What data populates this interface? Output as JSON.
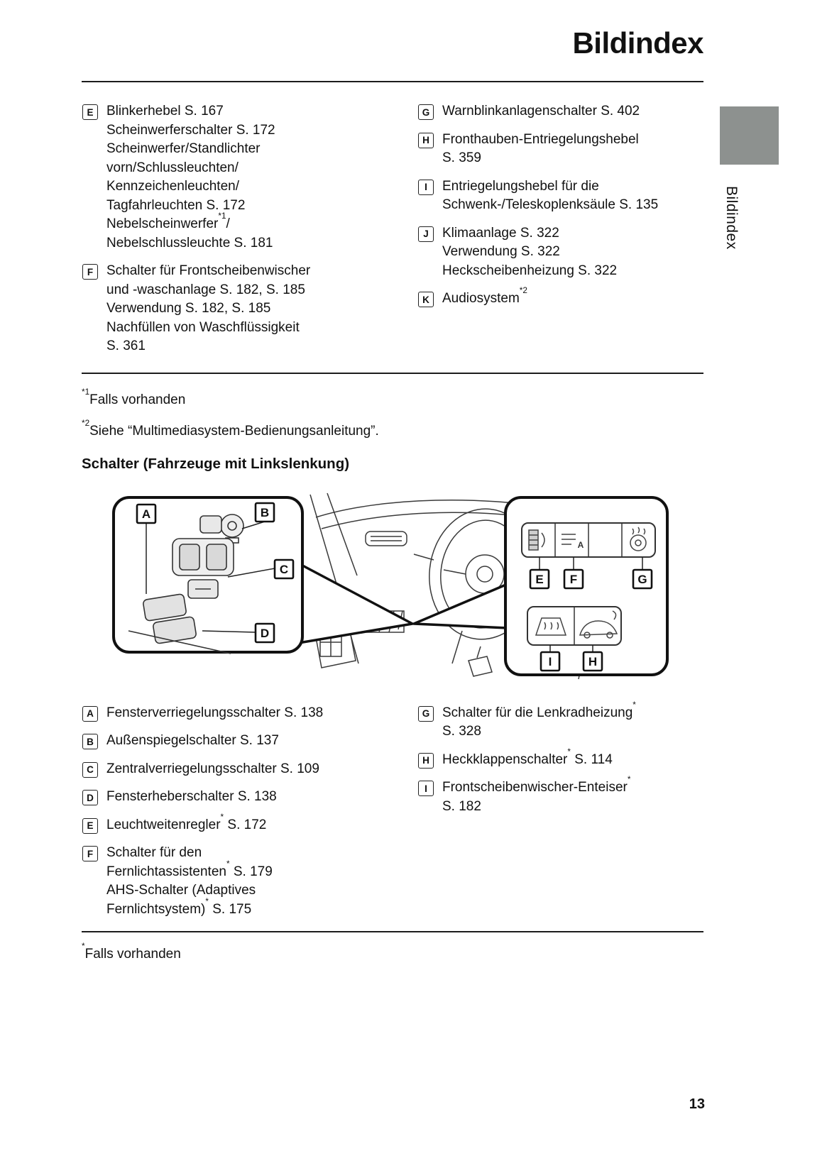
{
  "page": {
    "title": "Bildindex",
    "number": "13",
    "side_tab": "Bildindex"
  },
  "index_top": {
    "left": [
      {
        "key": "E",
        "lines": [
          "Blinkerhebel S. 167",
          "Scheinwerferschalter S. 172",
          "Scheinwerfer/Standlichter",
          "vorn/Schlussleuchten/",
          "Kennzeichenleuchten/",
          "Tagfahrleuchten S. 172",
          "Nebelscheinwerfer*1/",
          "Nebelschlussleuchte S. 181"
        ]
      },
      {
        "key": "F",
        "lines": [
          "Schalter für Frontscheibenwischer",
          "und -waschanlage S. 182, S. 185",
          "Verwendung S. 182, S. 185",
          "Nachfüllen von Waschflüssigkeit",
          "S. 361"
        ]
      }
    ],
    "right": [
      {
        "key": "G",
        "lines": [
          "Warnblinkanlagenschalter S. 402"
        ]
      },
      {
        "key": "H",
        "lines": [
          "Fronthauben-Entriegelungshebel",
          "S. 359"
        ]
      },
      {
        "key": "I",
        "lines": [
          "Entriegelungshebel für die",
          "Schwenk-/Teleskoplenksäule S. 135"
        ]
      },
      {
        "key": "J",
        "lines": [
          "Klimaanlage S. 322",
          "Verwendung S. 322",
          "Heckscheibenheizung S. 322"
        ]
      },
      {
        "key": "K",
        "lines": [
          "Audiosystem*2"
        ]
      }
    ]
  },
  "footnotes_top": [
    "*1Falls vorhanden",
    "*2Siehe “Multimediasystem-Bedienungsanleitung”."
  ],
  "switches_heading": "Schalter (Fahrzeuge mit Linkslenkung)",
  "illustration": {
    "labels": {
      "A": "A",
      "B": "B",
      "C": "C",
      "D": "D",
      "E": "E",
      "F": "F",
      "G": "G",
      "H": "H",
      "I": "I"
    },
    "ahb_letter": "A"
  },
  "index_bottom": {
    "left": [
      {
        "key": "A",
        "lines": [
          "Fensterverriegelungsschalter S. 138"
        ]
      },
      {
        "key": "B",
        "lines": [
          "Außenspiegelschalter S. 137"
        ]
      },
      {
        "key": "C",
        "lines": [
          "Zentralverriegelungsschalter S. 109"
        ]
      },
      {
        "key": "D",
        "lines": [
          "Fensterheberschalter S. 138"
        ]
      },
      {
        "key": "E",
        "lines": [
          "Leuchtweitenregler* S. 172"
        ]
      },
      {
        "key": "F",
        "lines": [
          "Schalter für den",
          "Fernlichtassistenten* S. 179",
          "AHS-Schalter (Adaptives",
          "Fernlichtsystem)* S. 175"
        ]
      }
    ],
    "right": [
      {
        "key": "G",
        "lines": [
          "Schalter für die Lenkradheizung*",
          "S. 328"
        ]
      },
      {
        "key": "H",
        "lines": [
          "Heckklappenschalter* S. 114"
        ]
      },
      {
        "key": "I",
        "lines": [
          "Frontscheibenwischer-Enteiser*",
          "S. 182"
        ]
      }
    ]
  },
  "footnote_bottom": "*Falls vorhanden"
}
